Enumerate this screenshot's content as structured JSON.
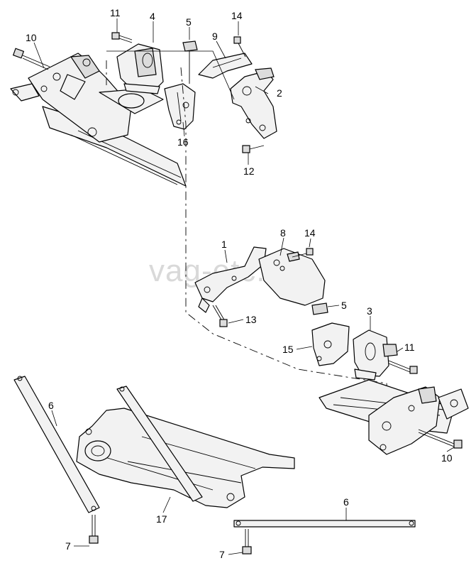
{
  "watermark": "vag-etc.ru",
  "callouts": {
    "c11_top": "11",
    "c4": "4",
    "c5_top": "5",
    "c14_top": "14",
    "c10_top": "10",
    "c9": "9",
    "c2": "2",
    "c16": "16",
    "c12": "12",
    "c1": "1",
    "c8": "8",
    "c14_mid": "14",
    "c5_mid": "5",
    "c13": "13",
    "c3": "3",
    "c15": "15",
    "c11_mid": "11",
    "c6_left": "6",
    "c10_bottom": "10",
    "c17": "17",
    "c6_bottom": "6",
    "c7_left": "7",
    "c7_bottom": "7"
  },
  "icons": [
    "subframe-rear-drawing",
    "engine-mount-drawing",
    "gearbox-bracket-drawing",
    "subframe-front-drawing",
    "reinforcement-plate-drawing",
    "strut-drawing",
    "bolt-drawing"
  ]
}
